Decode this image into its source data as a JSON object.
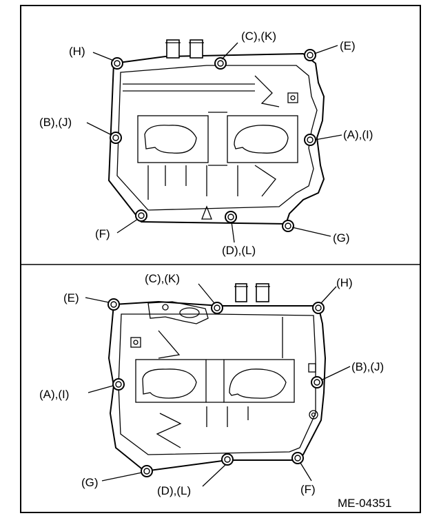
{
  "figure_code": "ME-04351",
  "top_view": {
    "labels": {
      "H": "(H)",
      "CK": "(C),(K)",
      "E": "(E)",
      "BJ": "(B),(J)",
      "AI": "(A),(I)",
      "F": "(F)",
      "G": "(G)",
      "DL": "(D),(L)"
    }
  },
  "bottom_view": {
    "labels": {
      "E": "(E)",
      "CK": "(C),(K)",
      "H": "(H)",
      "AI": "(A),(I)",
      "BJ": "(B),(J)",
      "G": "(G)",
      "DL": "(D),(L)",
      "F": "(F)"
    }
  }
}
